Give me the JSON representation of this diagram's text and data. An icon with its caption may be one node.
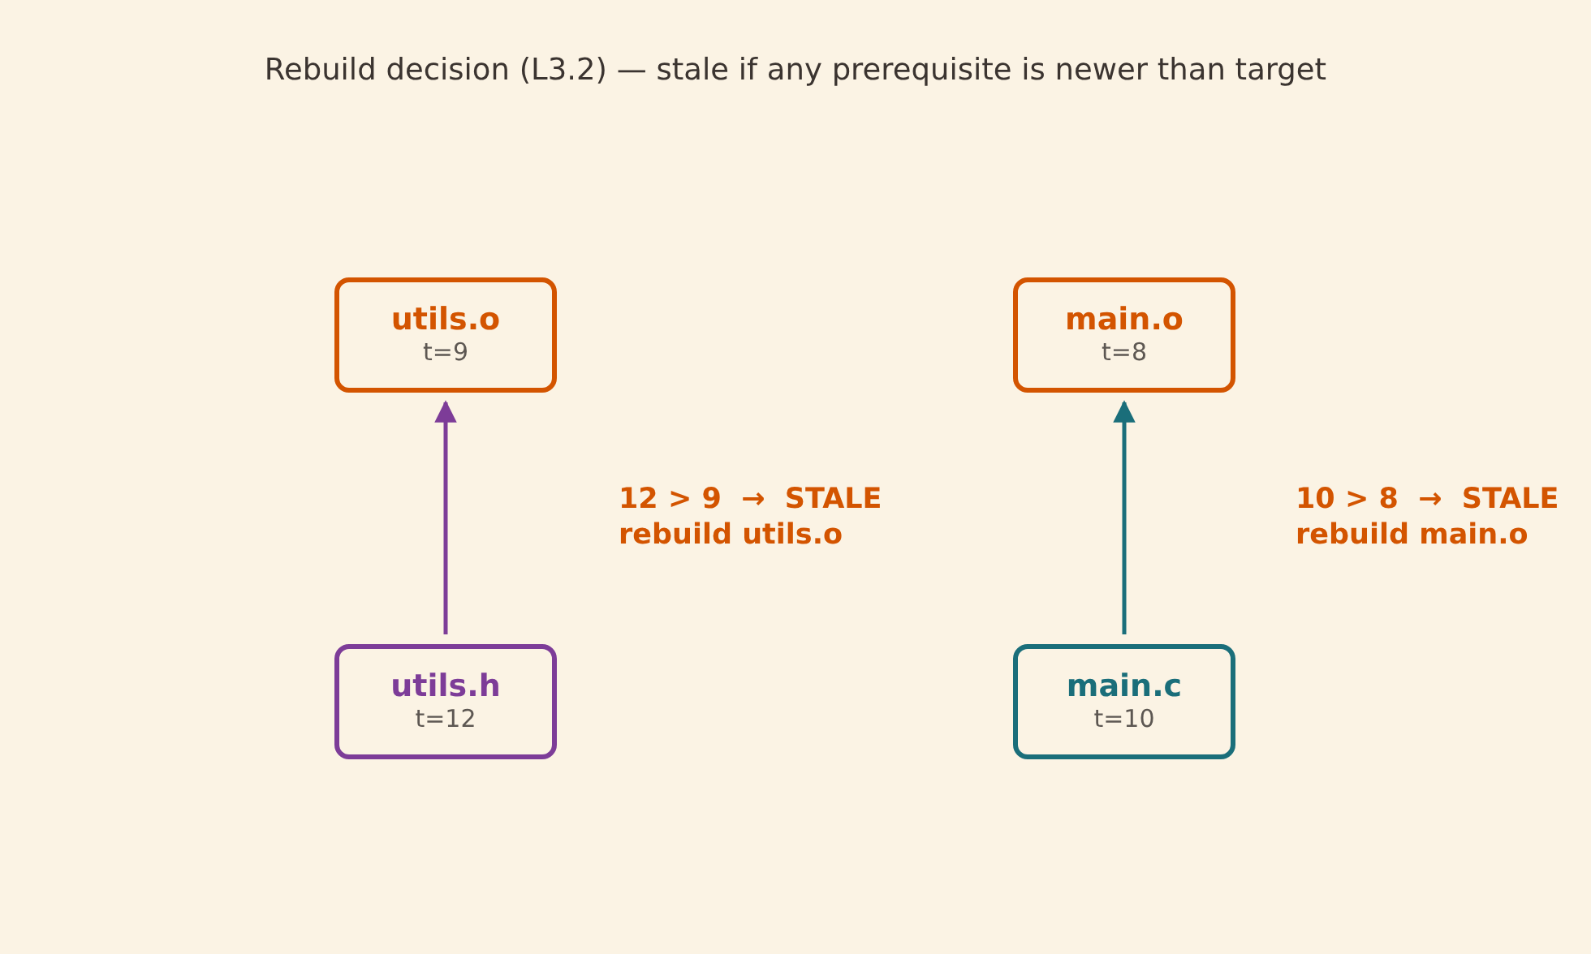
{
  "diagram": {
    "title": "Rebuild decision (L3.2) — stale if any prerequisite is newer than target",
    "nodes": [
      {
        "text": [
          "utils.o",
          "t=9"
        ]
      },
      {
        "text": [
          "main.o",
          "t=8"
        ]
      },
      {
        "text": [
          "utils.h",
          "t=12"
        ]
      },
      {
        "text": [
          "main.c",
          "t=10"
        ]
      }
    ],
    "edges": [
      {
        "from": 2,
        "to": 0,
        "arrow": "to",
        "color": "#7d3c98"
      },
      {
        "from": 3,
        "to": 1,
        "arrow": "to",
        "color": "#1a6e7a"
      }
    ],
    "labels": [
      "12 > 9  →  STALE rebuild utils.o",
      "10 > 8  →  STALE rebuild main.o"
    ]
  }
}
